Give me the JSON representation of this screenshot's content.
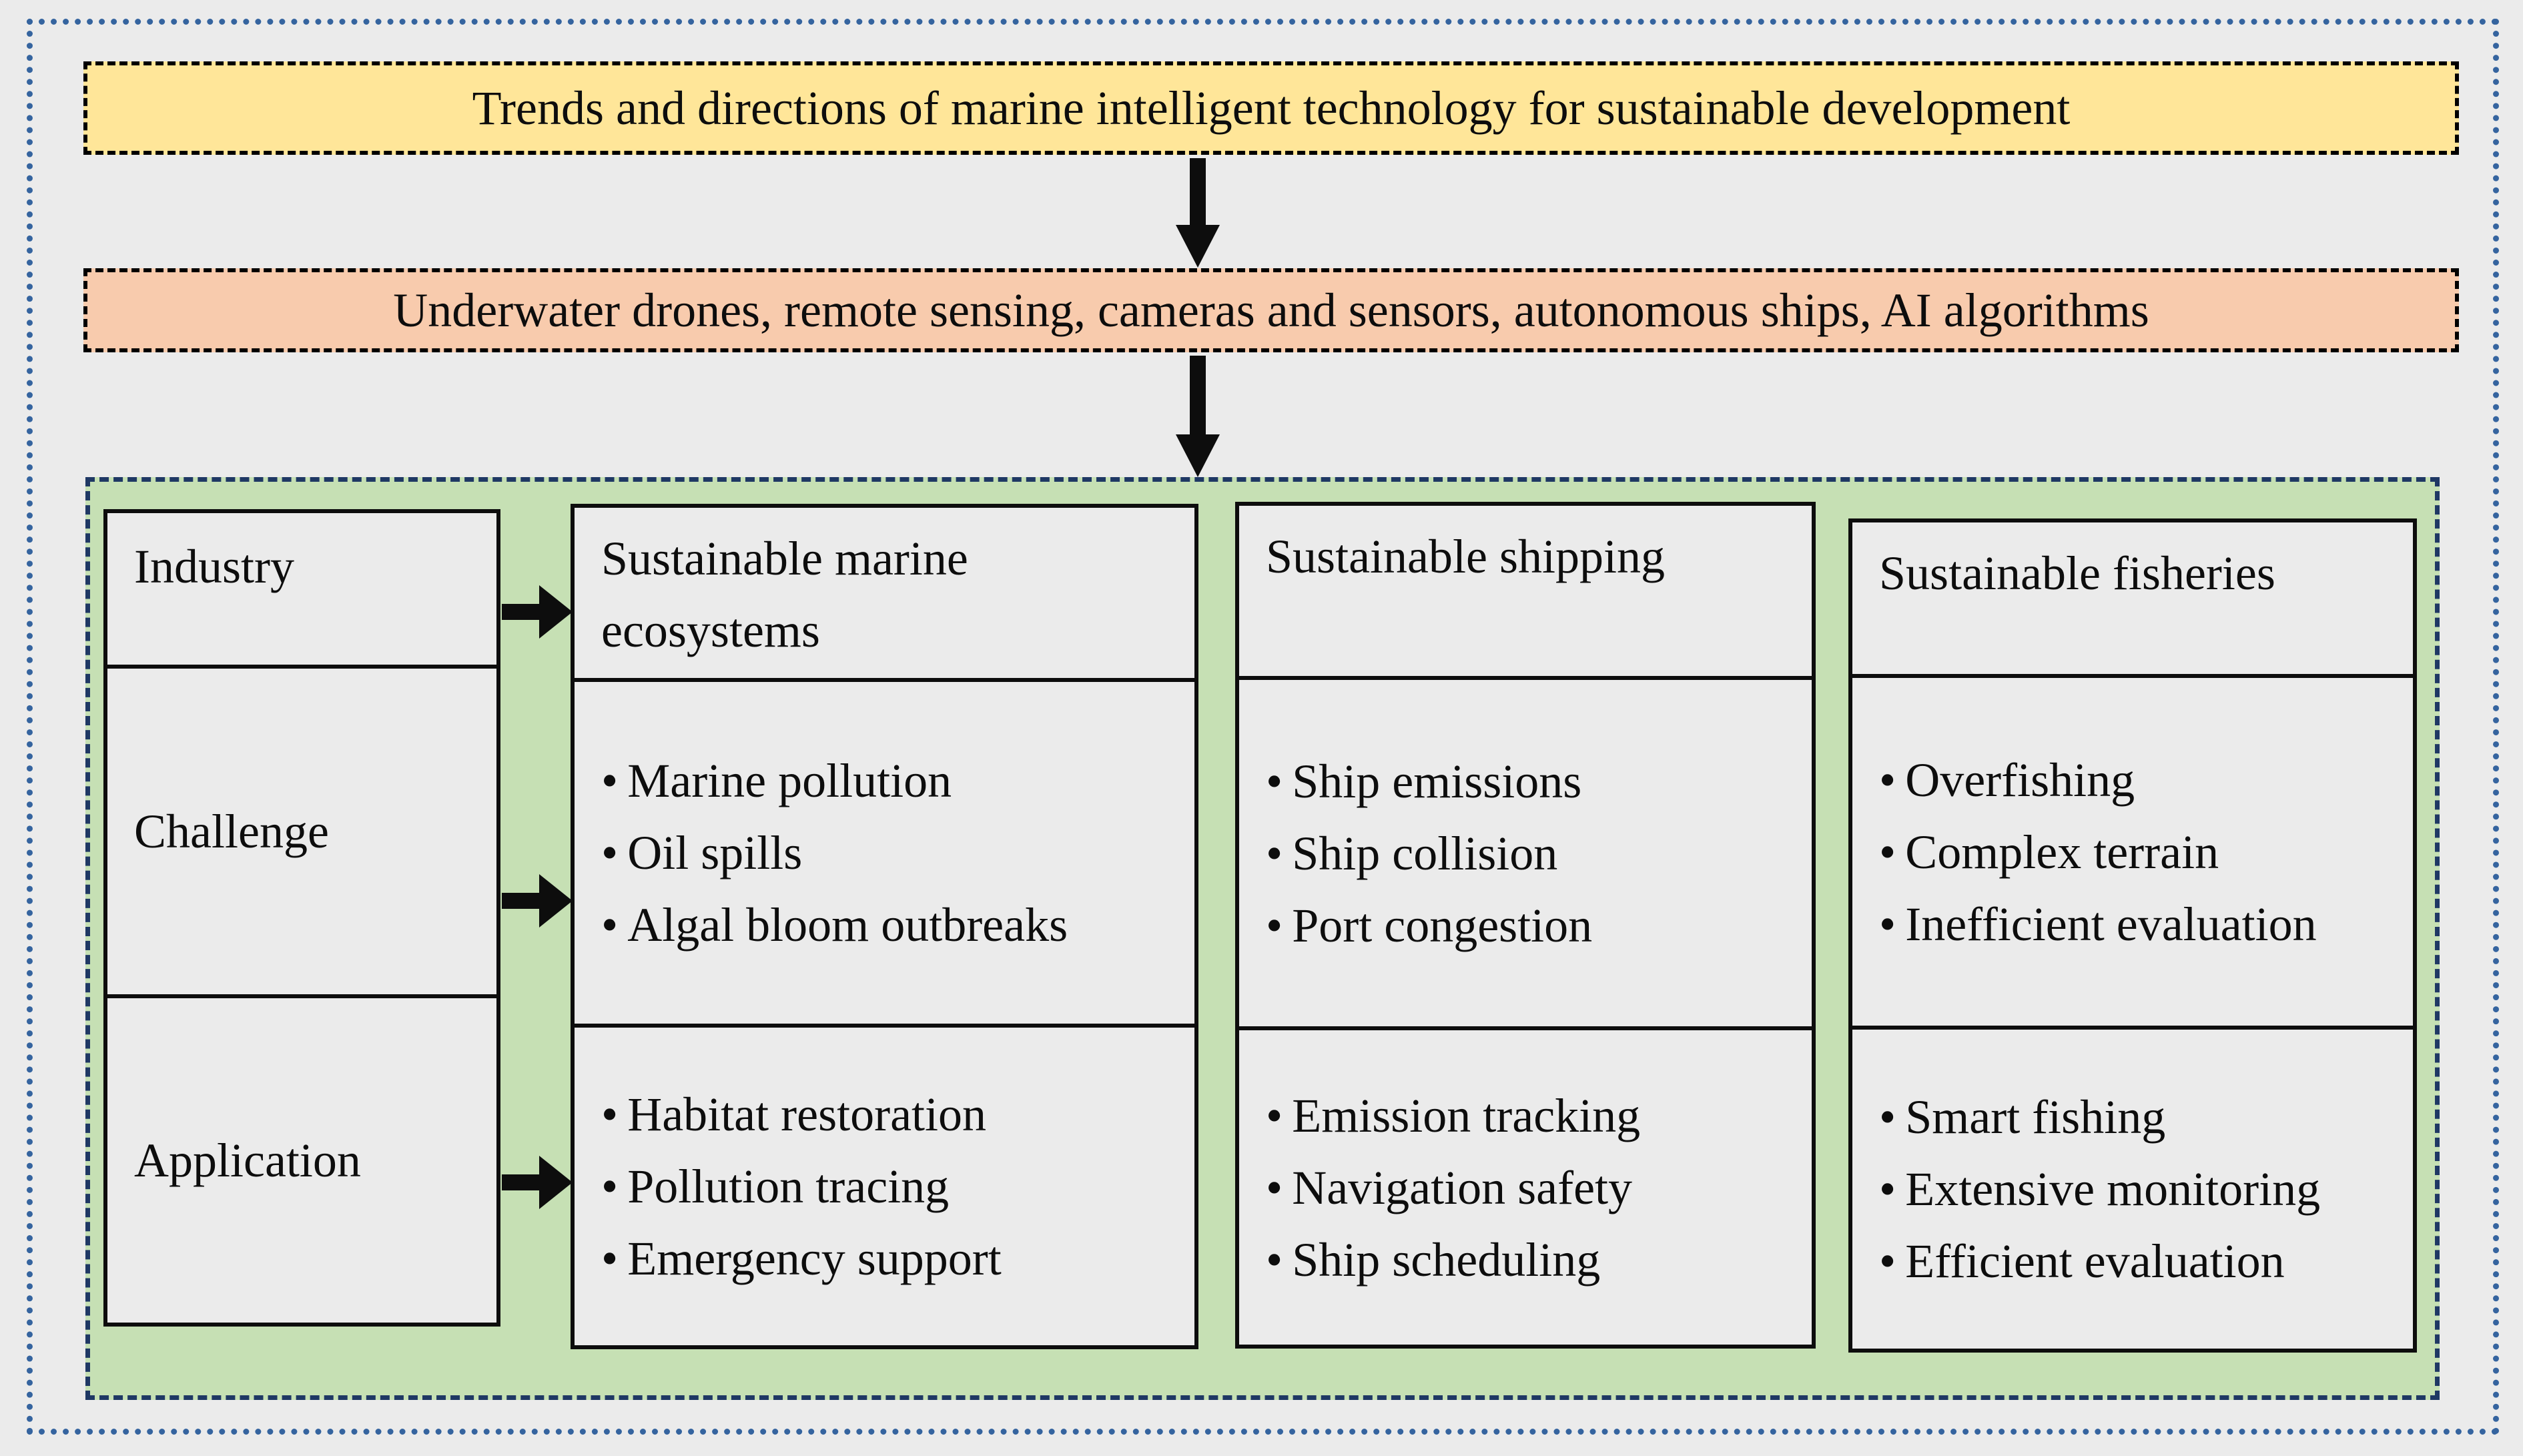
{
  "header": {
    "title": "Trends and directions of marine intelligent technology for sustainable development"
  },
  "technologies": {
    "label": "Underwater drones, remote sensing, cameras and sensors, autonomous ships, AI algorithms"
  },
  "matrix": {
    "row_labels": [
      {
        "label": "Industry"
      },
      {
        "label": "Challenge"
      },
      {
        "label": "Application"
      }
    ],
    "columns": [
      {
        "industry": "Sustainable marine ecosystems",
        "challenges": [
          "Marine pollution",
          "Oil spills",
          "Algal bloom outbreaks"
        ],
        "applications": [
          "Habitat restoration",
          "Pollution tracing",
          "Emergency support"
        ]
      },
      {
        "industry": "Sustainable shipping",
        "challenges": [
          "Ship emissions",
          "Ship collision",
          "Port congestion"
        ],
        "applications": [
          "Emission tracking",
          "Navigation safety",
          "Ship scheduling"
        ]
      },
      {
        "industry": "Sustainable fisheries",
        "challenges": [
          "Overfishing",
          "Complex terrain",
          "Inefficient evaluation"
        ],
        "applications": [
          "Smart fishing",
          "Extensive monitoring",
          "Efficient evaluation"
        ]
      }
    ]
  },
  "colors": {
    "title_fill": "#ffe699",
    "technology_fill": "#f8cbad",
    "panel_fill": "#c6e0b4",
    "panel_border": "#1f3864",
    "outer_border": "#35649f",
    "box_fill": "#ebebeb",
    "line_black": "#0d0d0d"
  }
}
